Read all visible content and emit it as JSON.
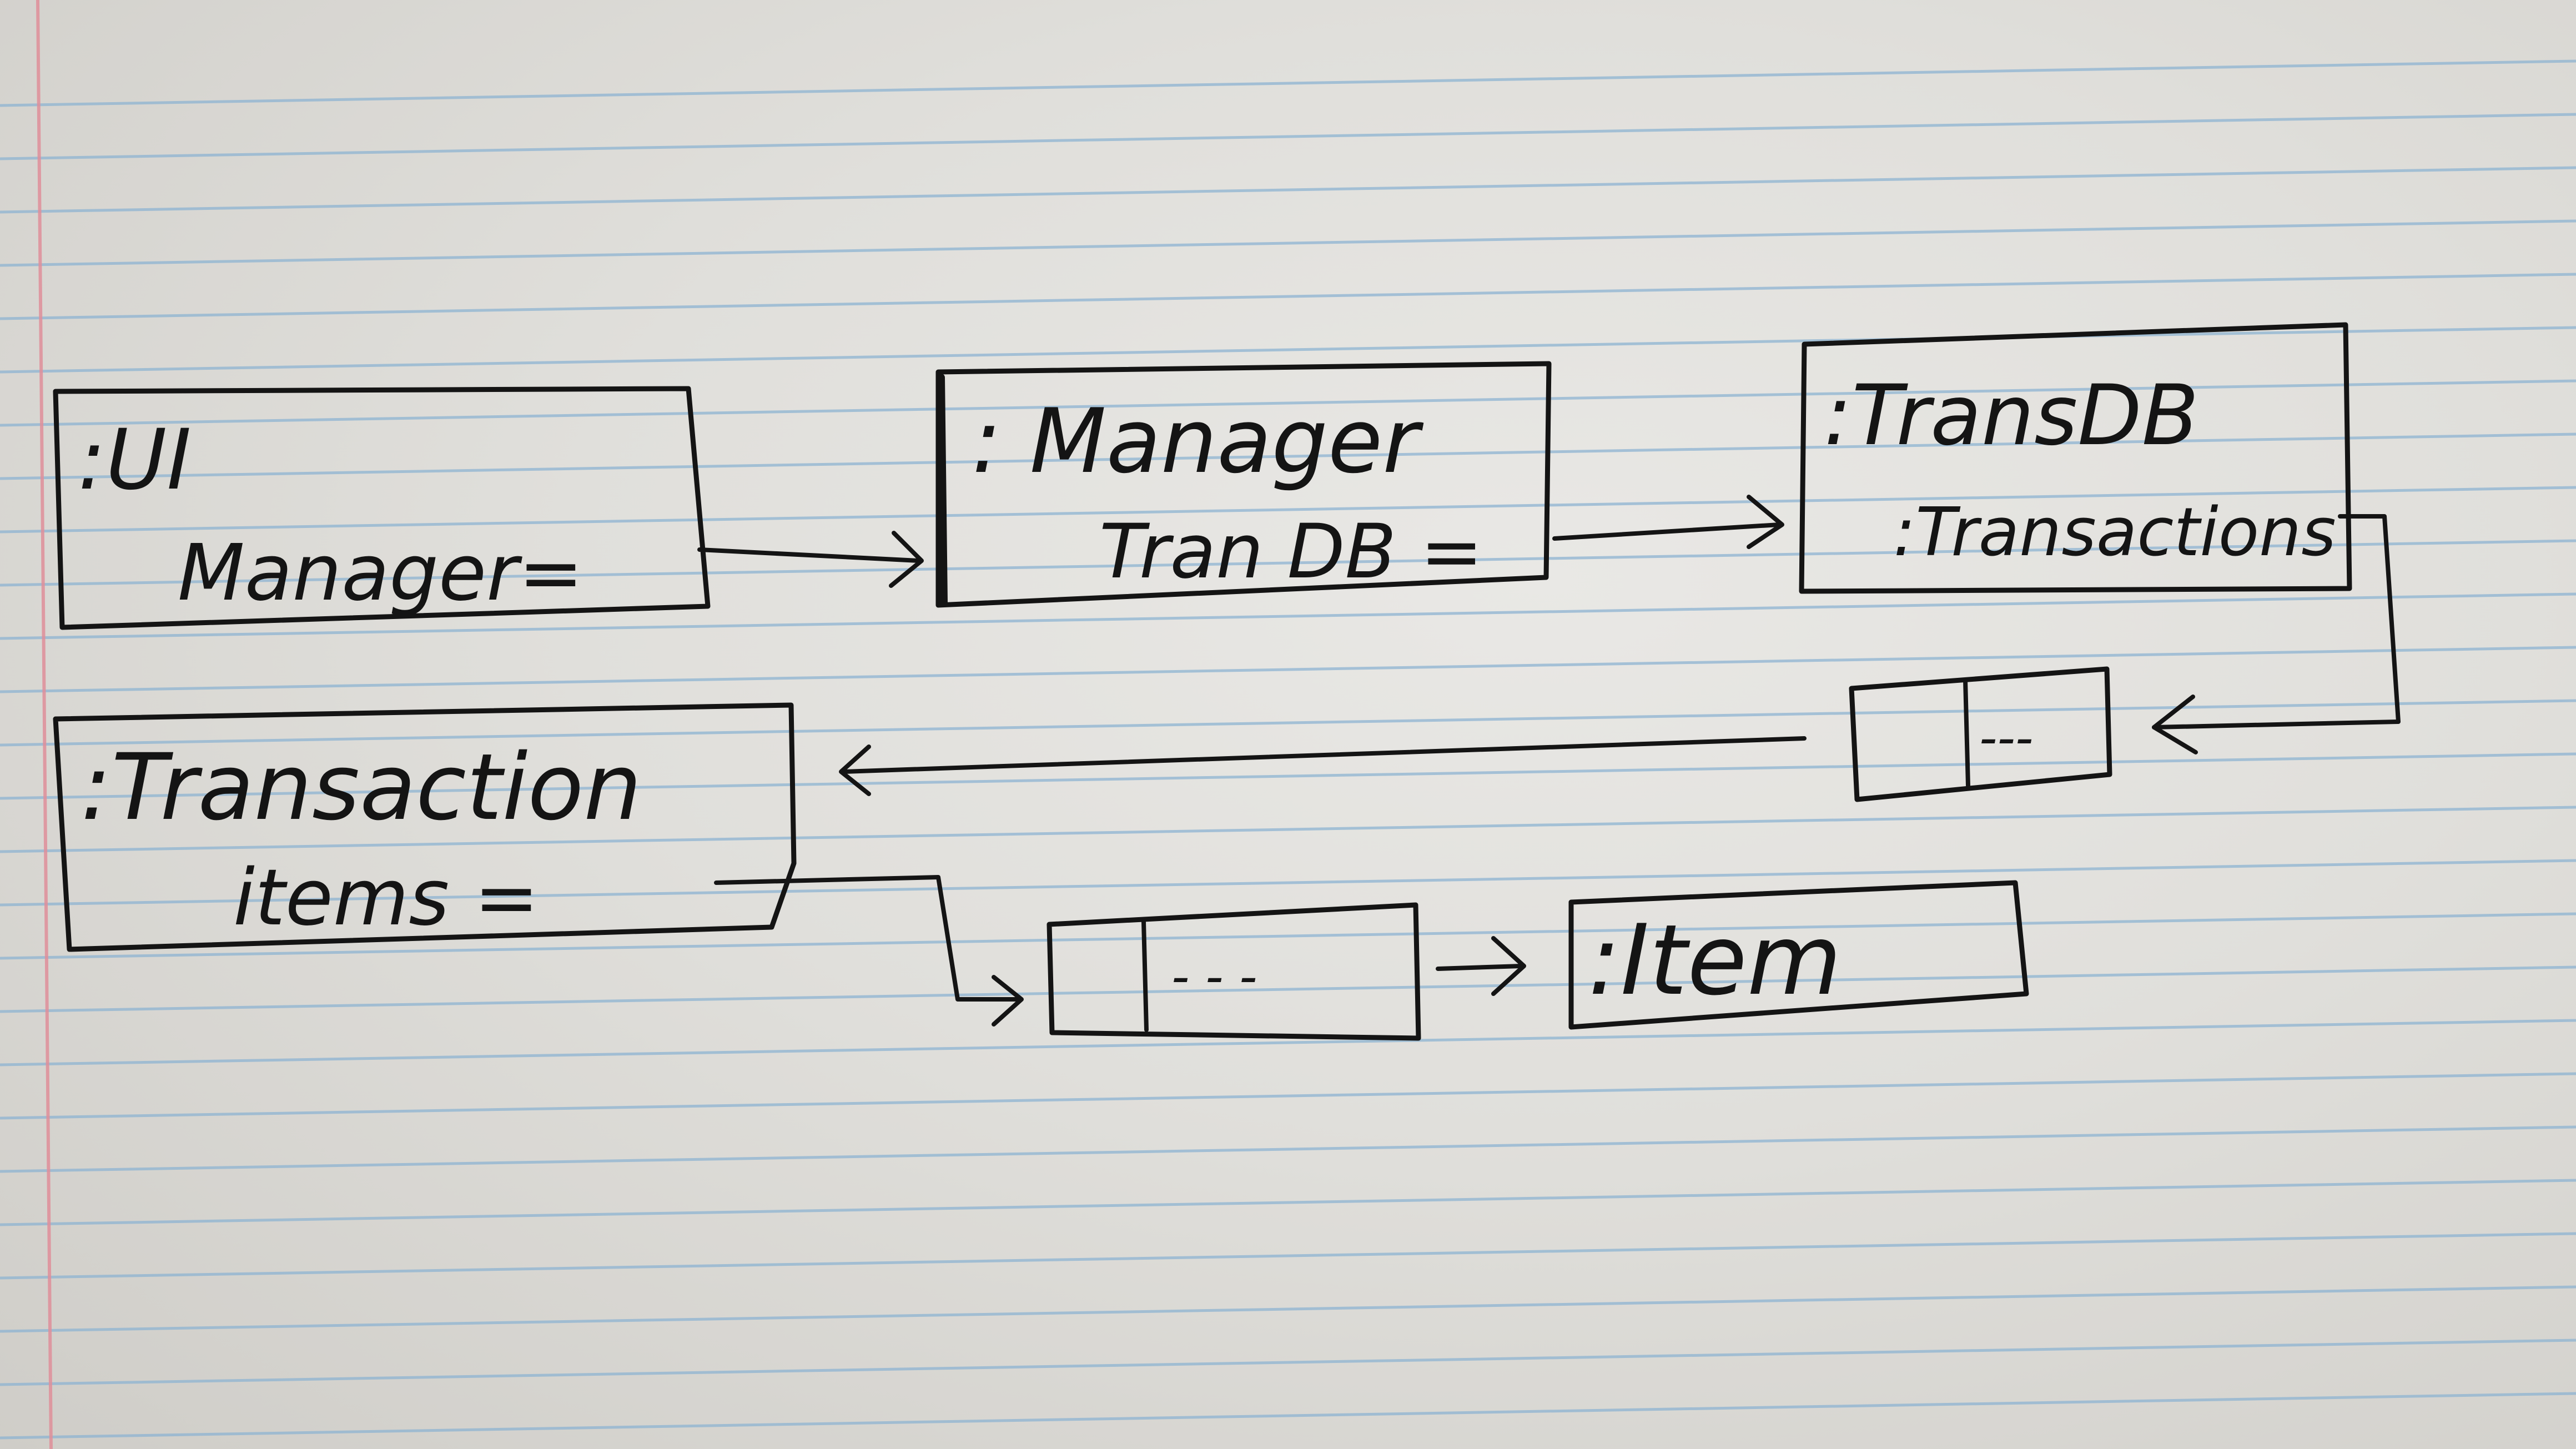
{
  "diagram": {
    "objects": [
      {
        "id": "ui",
        "name": ":UI",
        "field": "Manager="
      },
      {
        "id": "manager",
        "name": ": Manager",
        "field": "Tran DB ="
      },
      {
        "id": "transdb",
        "name": ":TransDB",
        "field": ":Transactions"
      },
      {
        "id": "transaction",
        "name": ":Transaction",
        "field": "items ="
      },
      {
        "id": "item",
        "name": ":Item"
      }
    ],
    "arrays": [
      {
        "id": "transactions-array",
        "cell_text": "---"
      },
      {
        "id": "items-array",
        "cell_text": "- - -"
      }
    ],
    "connections": [
      {
        "from": "ui.Manager",
        "to": "manager"
      },
      {
        "from": "manager.TranDB",
        "to": "transdb"
      },
      {
        "from": "transdb.Transactions",
        "to": "transactions-array"
      },
      {
        "from": "transactions-array",
        "to": "transaction"
      },
      {
        "from": "transaction.items",
        "to": "items-array"
      },
      {
        "from": "items-array",
        "to": "item"
      }
    ],
    "colors": {
      "ink": "#141414",
      "paper": "#e4e3df",
      "rule_line": "#8eb4d2",
      "margin_line": "#e08f9a"
    }
  }
}
